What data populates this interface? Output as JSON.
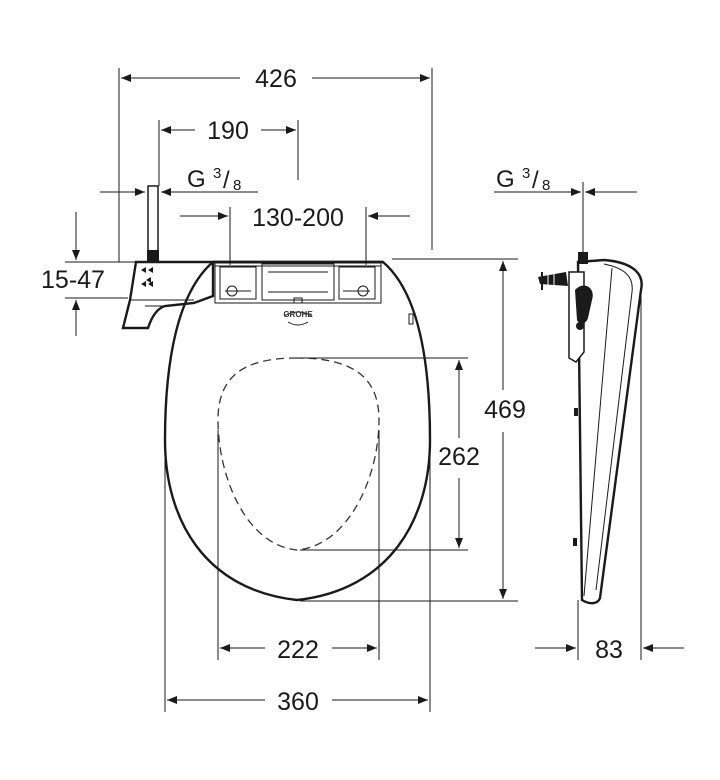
{
  "dimensions": {
    "overall_width": "426",
    "outlet_offset": "190",
    "fixing_spacing": "130-200",
    "height_range": "15-47",
    "seat_length": "469",
    "opening_length": "262",
    "opening_width": "222",
    "seat_width": "360",
    "side_thickness": "83"
  },
  "connection": {
    "thread_letter": "G",
    "fraction_numerator": "3",
    "fraction_slash": "/",
    "fraction_denominator": "8"
  },
  "brand": {
    "logo_text": "GROHE"
  }
}
